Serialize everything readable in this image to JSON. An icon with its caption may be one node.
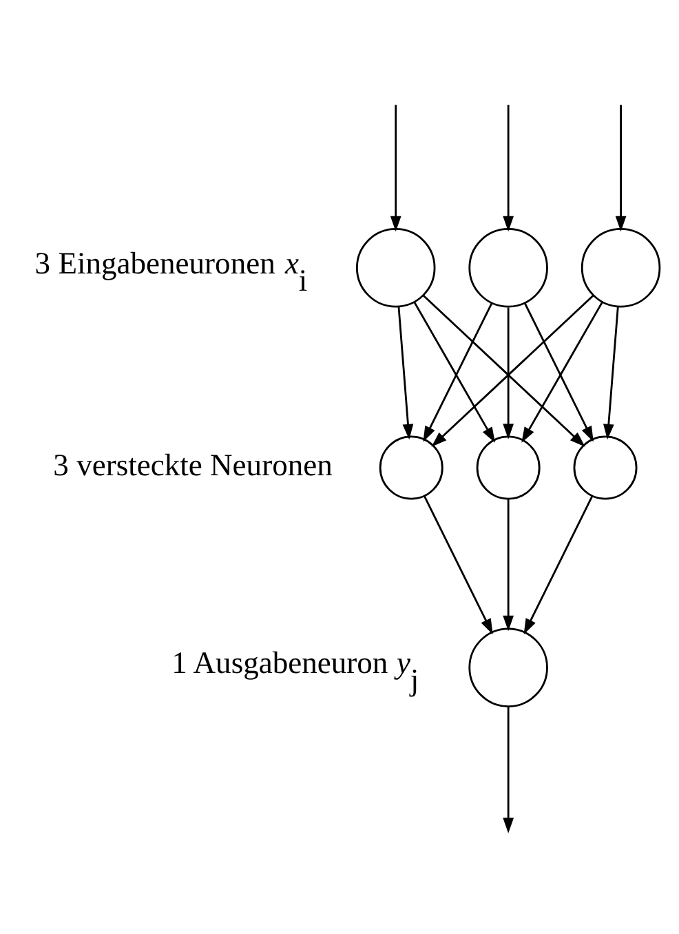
{
  "diagram": {
    "nodes": [
      {
        "text": [],
        "shape": "circle"
      },
      {
        "text": [],
        "shape": "circle"
      },
      {
        "text": [],
        "shape": "circle"
      },
      {
        "text": [],
        "shape": "circle"
      },
      {
        "text": [],
        "shape": "circle"
      },
      {
        "text": [],
        "shape": "circle"
      },
      {
        "text": [],
        "shape": "circle"
      }
    ],
    "edges": [
      {
        "from": null,
        "to": 0,
        "arrow": "to"
      },
      {
        "from": null,
        "to": 1,
        "arrow": "to"
      },
      {
        "from": null,
        "to": 2,
        "arrow": "to"
      },
      {
        "from": 0,
        "to": 3,
        "arrow": "to"
      },
      {
        "from": 0,
        "to": 4,
        "arrow": "to"
      },
      {
        "from": 0,
        "to": 5,
        "arrow": "to"
      },
      {
        "from": 1,
        "to": 3,
        "arrow": "to"
      },
      {
        "from": 1,
        "to": 4,
        "arrow": "to"
      },
      {
        "from": 1,
        "to": 5,
        "arrow": "to"
      },
      {
        "from": 2,
        "to": 3,
        "arrow": "to"
      },
      {
        "from": 2,
        "to": 4,
        "arrow": "to"
      },
      {
        "from": 2,
        "to": 5,
        "arrow": "to"
      },
      {
        "from": 3,
        "to": 6,
        "arrow": "to"
      },
      {
        "from": 4,
        "to": 6,
        "arrow": "to"
      },
      {
        "from": 5,
        "to": 6,
        "arrow": "to"
      },
      {
        "from": 6,
        "to": null,
        "arrow": "to"
      }
    ],
    "labels": [
      "3 Eingabeneuronen *x*$_{i}$",
      "3 versteckte Neuronen",
      "1 Ausgabeneuron *y*$_{j}$"
    ]
  }
}
